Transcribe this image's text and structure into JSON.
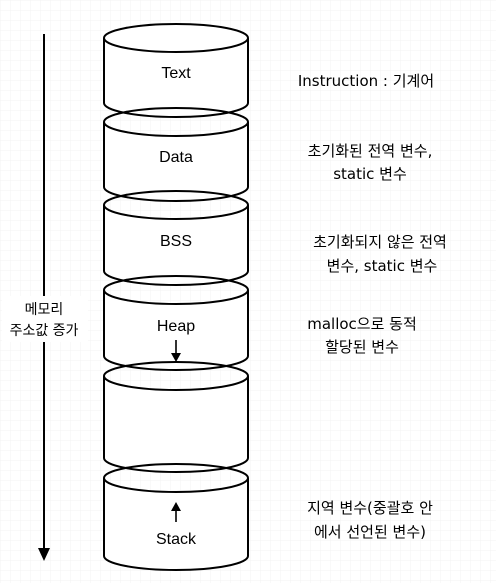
{
  "segments": {
    "text": {
      "label": "Text",
      "description": [
        "Instruction : 기계어"
      ]
    },
    "data": {
      "label": "Data",
      "description": [
        "초기화된 전역 변수,",
        "static 변수"
      ]
    },
    "bss": {
      "label": "BSS",
      "description": [
        "초기화되지 않은 전역",
        "변수, static 변수"
      ]
    },
    "heap": {
      "label": "Heap",
      "description": [
        "malloc으로 동적",
        "할당된 변수"
      ]
    },
    "free": {
      "label": "",
      "description": []
    },
    "stack": {
      "label": "Stack",
      "description": [
        "지역 변수(중괄호 안",
        "에서 선언된 변수)"
      ]
    }
  },
  "axis": {
    "label_line1": "메모리",
    "label_line2": "주소값 증가"
  },
  "colors": {
    "stroke": "#000000",
    "fill": "#ffffff",
    "grid": "#f0f0f0"
  }
}
